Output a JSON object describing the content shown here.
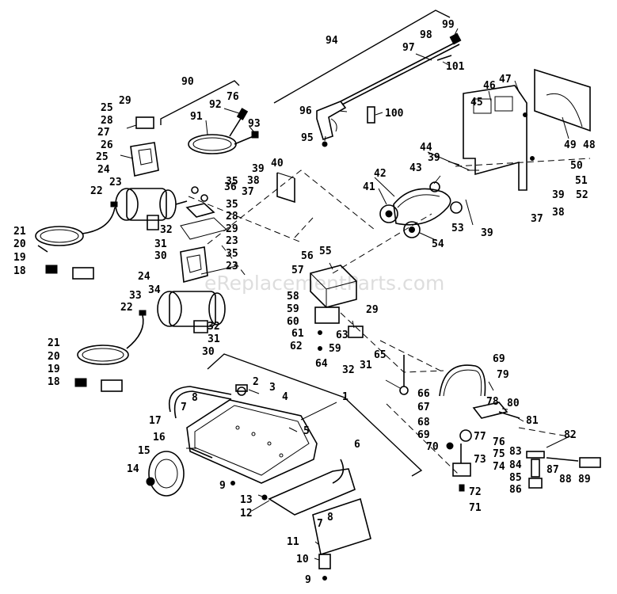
{
  "watermark": "eReplacementParts.com",
  "callouts": [
    {
      "id": "c99",
      "text": "99"
    },
    {
      "id": "c98",
      "text": "98"
    },
    {
      "id": "c94",
      "text": "94"
    },
    {
      "id": "c97",
      "text": "97"
    },
    {
      "id": "c101",
      "text": "101"
    },
    {
      "id": "c47",
      "text": "47"
    },
    {
      "id": "c46",
      "text": "46"
    },
    {
      "id": "c45",
      "text": "45"
    },
    {
      "id": "c96",
      "text": "96"
    },
    {
      "id": "c100",
      "text": "100"
    },
    {
      "id": "c95",
      "text": "95"
    },
    {
      "id": "c49",
      "text": "49"
    },
    {
      "id": "c48",
      "text": "48"
    },
    {
      "id": "c90",
      "text": "90"
    },
    {
      "id": "c92",
      "text": "92"
    },
    {
      "id": "c76",
      "text": "76"
    },
    {
      "id": "c91",
      "text": "91"
    },
    {
      "id": "c93",
      "text": "93"
    },
    {
      "id": "c29a",
      "text": "29"
    },
    {
      "id": "c25a",
      "text": "25"
    },
    {
      "id": "c28a",
      "text": "28"
    },
    {
      "id": "c27",
      "text": "27"
    },
    {
      "id": "c26",
      "text": "26"
    },
    {
      "id": "c25b",
      "text": "25"
    },
    {
      "id": "c24a",
      "text": "24"
    },
    {
      "id": "c44",
      "text": "44"
    },
    {
      "id": "c39a",
      "text": "39"
    },
    {
      "id": "c43",
      "text": "43"
    },
    {
      "id": "c50",
      "text": "50"
    },
    {
      "id": "c51",
      "text": "51"
    },
    {
      "id": "c52",
      "text": "52"
    },
    {
      "id": "c39b",
      "text": "39"
    },
    {
      "id": "c38a",
      "text": "38"
    },
    {
      "id": "c37a",
      "text": "37"
    },
    {
      "id": "c40",
      "text": "40"
    },
    {
      "id": "c39c",
      "text": "39"
    },
    {
      "id": "c38b",
      "text": "38"
    },
    {
      "id": "c36",
      "text": "36"
    },
    {
      "id": "c37b",
      "text": "37"
    },
    {
      "id": "c42",
      "text": "42"
    },
    {
      "id": "c41",
      "text": "41"
    },
    {
      "id": "c22a",
      "text": "22"
    },
    {
      "id": "c23a",
      "text": "23"
    },
    {
      "id": "c35a",
      "text": "35"
    },
    {
      "id": "c35b",
      "text": "35"
    },
    {
      "id": "c28b",
      "text": "28"
    },
    {
      "id": "c29b",
      "text": "29"
    },
    {
      "id": "c23b",
      "text": "23"
    },
    {
      "id": "c21a",
      "text": "21"
    },
    {
      "id": "c20a",
      "text": "20"
    },
    {
      "id": "c19a",
      "text": "19"
    },
    {
      "id": "c18a",
      "text": "18"
    },
    {
      "id": "c31a",
      "text": "31"
    },
    {
      "id": "c30a",
      "text": "30"
    },
    {
      "id": "c32a",
      "text": "32"
    },
    {
      "id": "c35c",
      "text": "35"
    },
    {
      "id": "c23c",
      "text": "23"
    },
    {
      "id": "c53",
      "text": "53"
    },
    {
      "id": "c39d",
      "text": "39"
    },
    {
      "id": "c54",
      "text": "54"
    },
    {
      "id": "c56",
      "text": "56"
    },
    {
      "id": "c55",
      "text": "55"
    },
    {
      "id": "c57",
      "text": "57"
    },
    {
      "id": "c24b",
      "text": "24"
    },
    {
      "id": "c34",
      "text": "34"
    },
    {
      "id": "c33",
      "text": "33"
    },
    {
      "id": "c58",
      "text": "58"
    },
    {
      "id": "c22b",
      "text": "22"
    },
    {
      "id": "c59a",
      "text": "59"
    },
    {
      "id": "c29c",
      "text": "29"
    },
    {
      "id": "c60",
      "text": "60"
    },
    {
      "id": "c61",
      "text": "61"
    },
    {
      "id": "c32b",
      "text": "32"
    },
    {
      "id": "c63",
      "text": "63"
    },
    {
      "id": "c62",
      "text": "62"
    },
    {
      "id": "c59b",
      "text": "59"
    },
    {
      "id": "c65",
      "text": "65"
    },
    {
      "id": "c31b",
      "text": "31"
    },
    {
      "id": "c30b",
      "text": "30"
    },
    {
      "id": "c64",
      "text": "64"
    },
    {
      "id": "c32c",
      "text": "32"
    },
    {
      "id": "c31c",
      "text": "31"
    },
    {
      "id": "c21b",
      "text": "21"
    },
    {
      "id": "c20b",
      "text": "20"
    },
    {
      "id": "c19b",
      "text": "19"
    },
    {
      "id": "c18b",
      "text": "18"
    },
    {
      "id": "c69a",
      "text": "69"
    },
    {
      "id": "c79",
      "text": "79"
    },
    {
      "id": "c66",
      "text": "66"
    },
    {
      "id": "c1",
      "text": "1"
    },
    {
      "id": "c2",
      "text": "2"
    },
    {
      "id": "c3",
      "text": "3"
    },
    {
      "id": "c4",
      "text": "4"
    },
    {
      "id": "c80",
      "text": "80"
    },
    {
      "id": "c67",
      "text": "67"
    },
    {
      "id": "c78",
      "text": "78"
    },
    {
      "id": "c8a",
      "text": "8"
    },
    {
      "id": "c7a",
      "text": "7"
    },
    {
      "id": "c81",
      "text": "81"
    },
    {
      "id": "c17",
      "text": "17"
    },
    {
      "id": "c68",
      "text": "68"
    },
    {
      "id": "c77",
      "text": "77"
    },
    {
      "id": "c76b",
      "text": "76"
    },
    {
      "id": "c82",
      "text": "82"
    },
    {
      "id": "c69b",
      "text": "69"
    },
    {
      "id": "c5",
      "text": "5"
    },
    {
      "id": "c16",
      "text": "16"
    },
    {
      "id": "c6",
      "text": "6"
    },
    {
      "id": "c70",
      "text": "70"
    },
    {
      "id": "c75",
      "text": "75"
    },
    {
      "id": "c83",
      "text": "83"
    },
    {
      "id": "c84",
      "text": "84"
    },
    {
      "id": "c15",
      "text": "15"
    },
    {
      "id": "c73",
      "text": "73"
    },
    {
      "id": "c74",
      "text": "74"
    },
    {
      "id": "c85",
      "text": "85"
    },
    {
      "id": "c87",
      "text": "87"
    },
    {
      "id": "c88",
      "text": "88"
    },
    {
      "id": "c89",
      "text": "89"
    },
    {
      "id": "c14",
      "text": "14"
    },
    {
      "id": "c86",
      "text": "86"
    },
    {
      "id": "c9a",
      "text": "9"
    },
    {
      "id": "c72",
      "text": "72"
    },
    {
      "id": "c13",
      "text": "13"
    },
    {
      "id": "c71",
      "text": "71"
    },
    {
      "id": "c12",
      "text": "12"
    },
    {
      "id": "c7b",
      "text": "7"
    },
    {
      "id": "c8b",
      "text": "8"
    },
    {
      "id": "c11",
      "text": "11"
    },
    {
      "id": "c10",
      "text": "10"
    },
    {
      "id": "c9b",
      "text": "9"
    }
  ]
}
